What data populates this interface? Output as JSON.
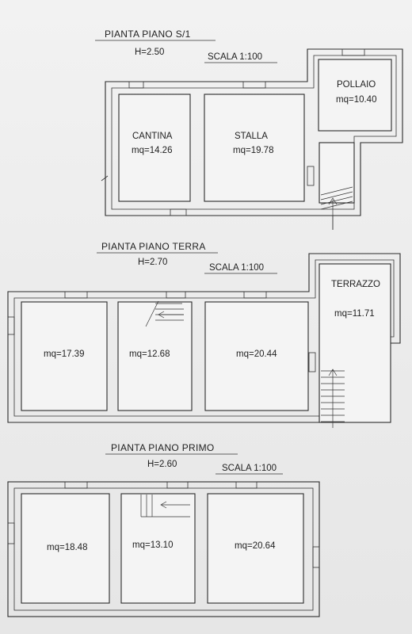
{
  "floors": [
    {
      "title": "PIANTA PIANO S/1",
      "height": "H=2.50",
      "scale": "SCALA 1:100",
      "rooms": [
        {
          "name": "CANTINA",
          "area": "mq=14.26"
        },
        {
          "name": "STALLA",
          "area": "mq=19.78"
        },
        {
          "name": "POLLAIO",
          "area": "mq=10.40"
        }
      ]
    },
    {
      "title": "PIANTA PIANO TERRA",
      "height": "H=2.70",
      "scale": "SCALA 1:100",
      "rooms": [
        {
          "name": "",
          "area": "mq=17.39"
        },
        {
          "name": "",
          "area": "mq=12.68"
        },
        {
          "name": "",
          "area": "mq=20.44"
        },
        {
          "name": "TERRAZZO",
          "area": "mq=11.71"
        }
      ]
    },
    {
      "title": "PIANTA PIANO PRIMO",
      "height": "H=2.60",
      "scale": "SCALA 1:100",
      "rooms": [
        {
          "name": "",
          "area": "mq=18.48"
        },
        {
          "name": "",
          "area": "mq=13.10"
        },
        {
          "name": "",
          "area": "mq=20.64"
        }
      ]
    }
  ]
}
